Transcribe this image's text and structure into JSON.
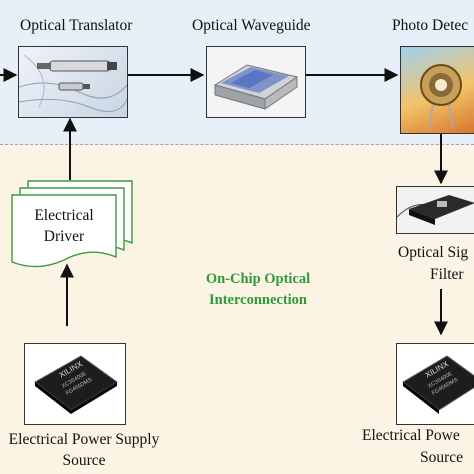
{
  "nodes": {
    "optical_translator": "Optical Translator",
    "optical_waveguide": "Optical Waveguide",
    "photo_detector": "Photo Detec",
    "electrical_driver_line1": "Electrical",
    "electrical_driver_line2": "Driver",
    "optical_signal_filter_line1": "Optical Sig",
    "optical_signal_filter_line2": "Filter",
    "power_supply_left_line1": "Electrical Power Supply",
    "power_supply_left_line2": "Source",
    "power_supply_right_line1": "Electrical Powe",
    "power_supply_right_line2": "Source"
  },
  "center_label": {
    "line1": "On-Chip Optical",
    "line2": "Interconnection"
  },
  "chip_text": {
    "brand": "XILINX",
    "line1": "XC3S400E",
    "line2": "FG456DMS"
  },
  "colors": {
    "top_band": "#e7eff8",
    "bottom_band": "#fbf3e4",
    "center_label": "#2f9a3a",
    "driver_outline": "#3c9a3c"
  }
}
